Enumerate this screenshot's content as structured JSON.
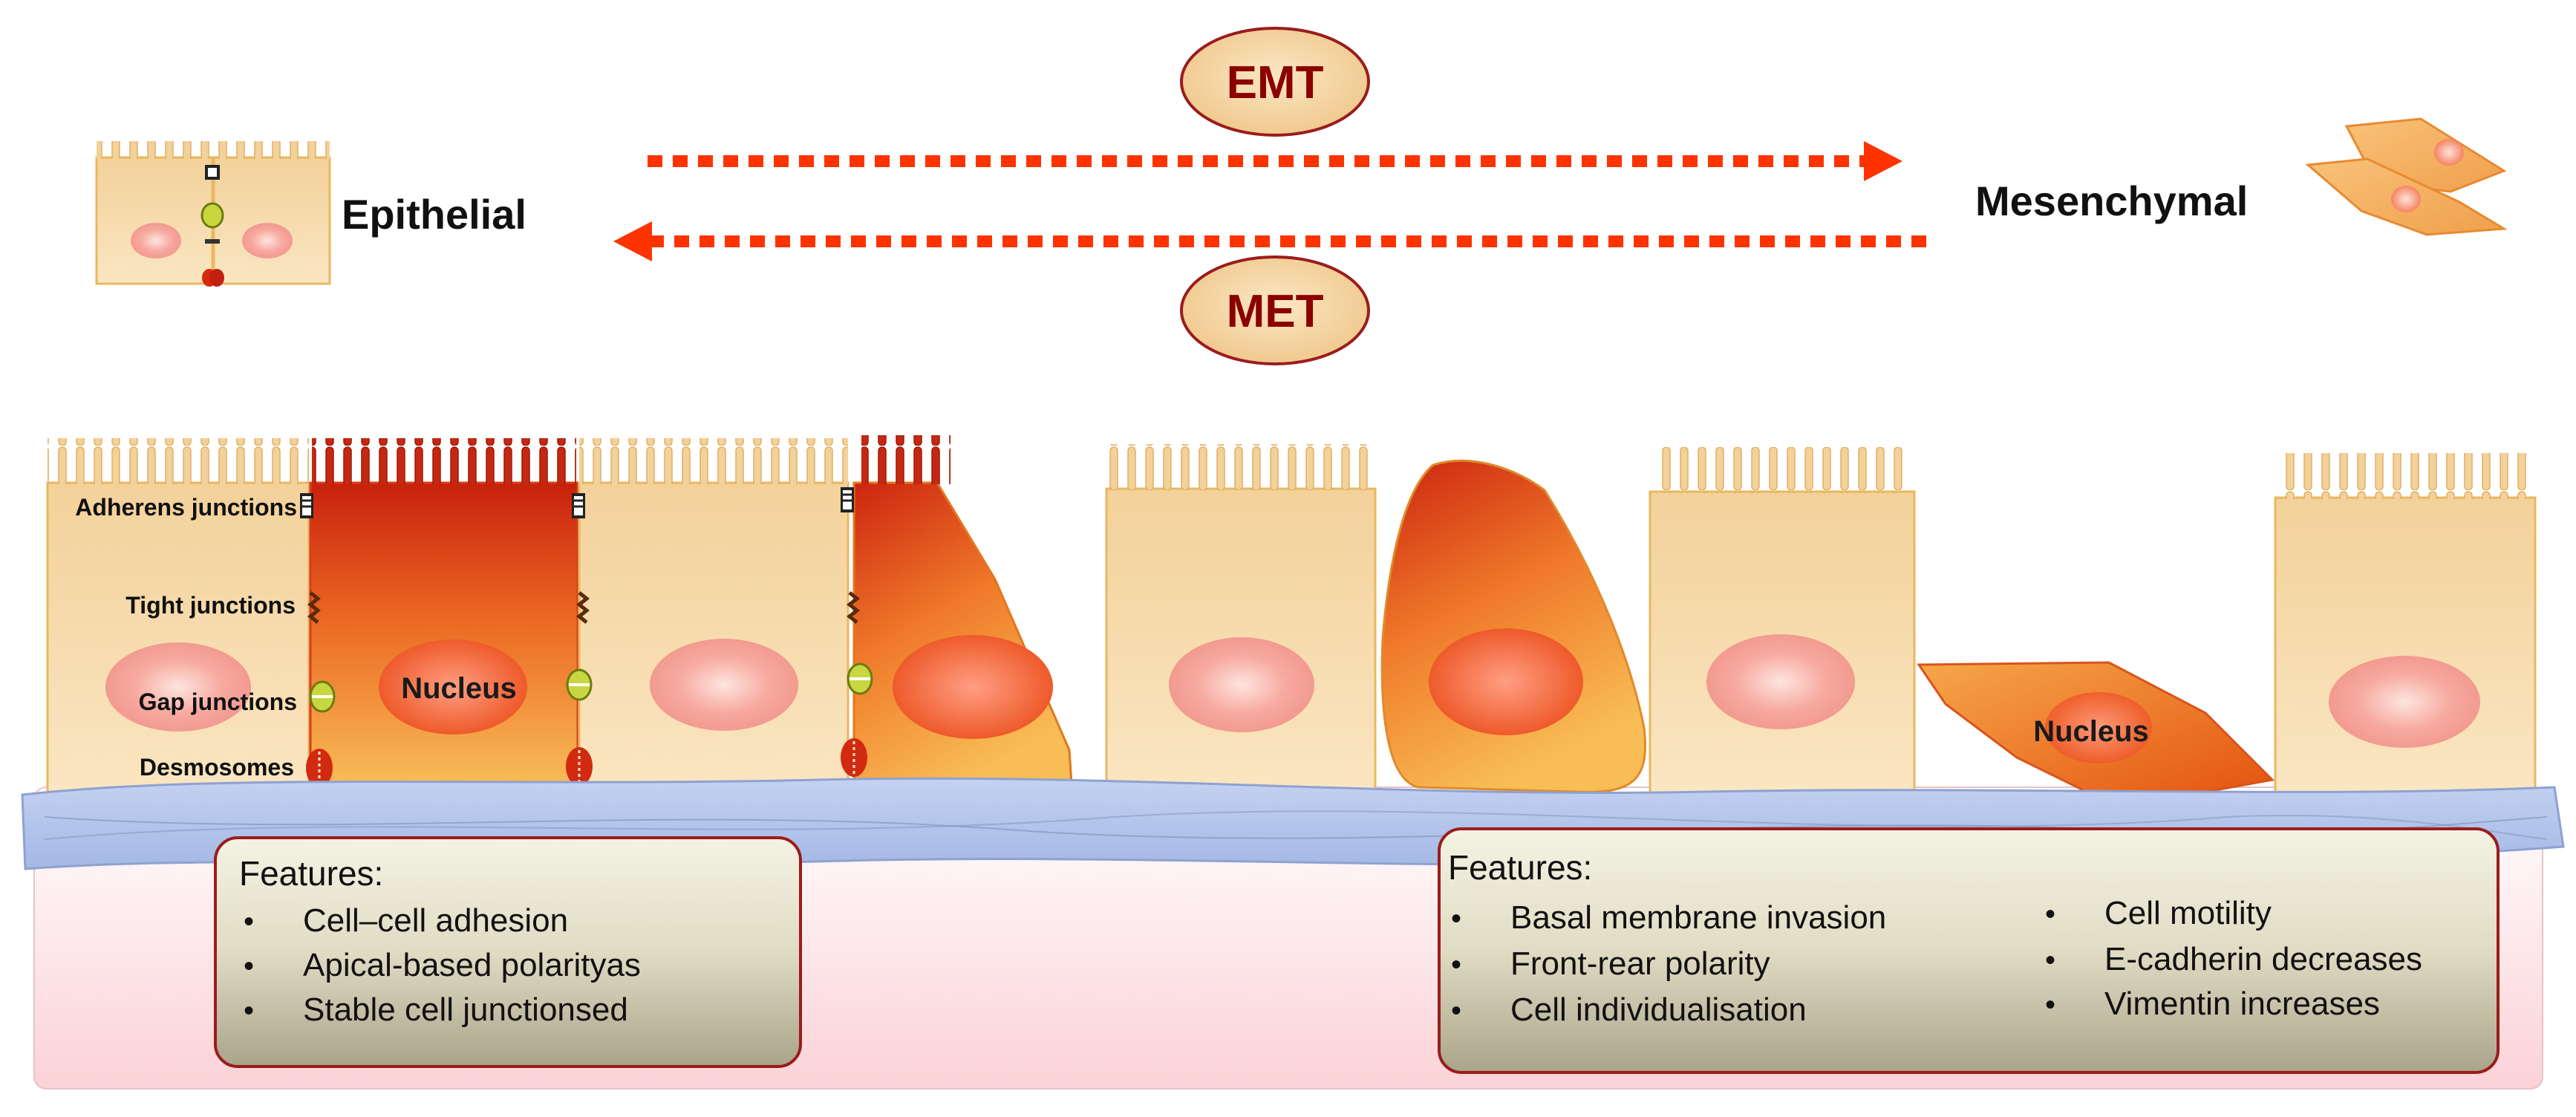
{
  "top": {
    "epithelial_label": "Epithelial",
    "mesenchymal_label": "Mesenchymal",
    "emt_label": "EMT",
    "met_label": "MET"
  },
  "junctions": {
    "adherens": "Adherens junctions",
    "tight": "Tight junctions",
    "gap": "Gap junctions",
    "desmosomes": "Desmosomes"
  },
  "nucleus_label": "Nucleus",
  "features_left": {
    "title": "Features:",
    "items": [
      "Cell–cell adhesion",
      "Apical-based polarityas",
      "Stable cell junctionsed"
    ]
  },
  "features_right": {
    "title": "Features:",
    "col1": [
      "Basal membrane invasion",
      "Front-rear polarity",
      "Cell individualisation"
    ],
    "col2": [
      "Cell motility",
      "E-cadherin decreases",
      "Vimentin  increases"
    ]
  },
  "colors": {
    "epithelial_cell": "#f7dcaa",
    "cell_outline": "#e8b860",
    "transition_top": "#cf2a10",
    "transition_bottom": "#f6b24a",
    "arrow": "#ff3300",
    "oval_fill": "#f4d7a6",
    "oval_text": "#8b0000",
    "box_border": "#9b1c1c",
    "membrane": "#aabde8"
  }
}
